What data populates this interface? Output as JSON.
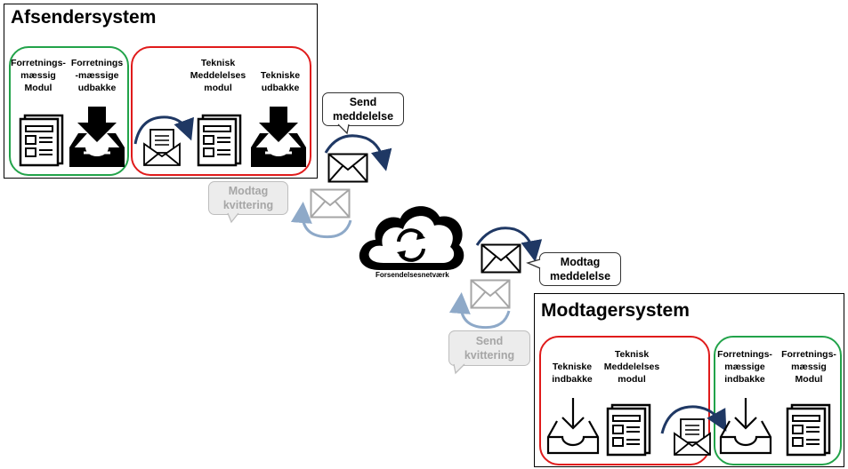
{
  "sender": {
    "title": "Afsendersystem",
    "business_module": "Forretnings-\nmæssig\nModul",
    "business_outbox": "Forretnings\n-mæssige\nudbakke",
    "technical_module": "Teknisk\nMeddelelses\nmodul",
    "technical_outbox": "Tekniske\nudbakke"
  },
  "receiver": {
    "title": "Modtagersystem",
    "technical_inbox": "Tekniske\nindbakke",
    "technical_module": "Teknisk\nMeddelelses\nmodul",
    "business_inbox": "Forretnings-\nmæssige\nindbakke",
    "business_module": "Forretnings-\nmæssig\nModul"
  },
  "bubbles": {
    "send_message": "Send\nmeddelelse",
    "receive_receipt": "Modtag\nkvittering",
    "receive_message": "Modtag\nmeddelelse",
    "send_receipt": "Send\nkvittering"
  },
  "network": {
    "label": "Forsendelsesnetværk"
  },
  "colors": {
    "business_group": "#22a34a",
    "technical_group": "#e01b1b",
    "arrow": "#1f3864",
    "inactive": "#a6a6a6"
  }
}
